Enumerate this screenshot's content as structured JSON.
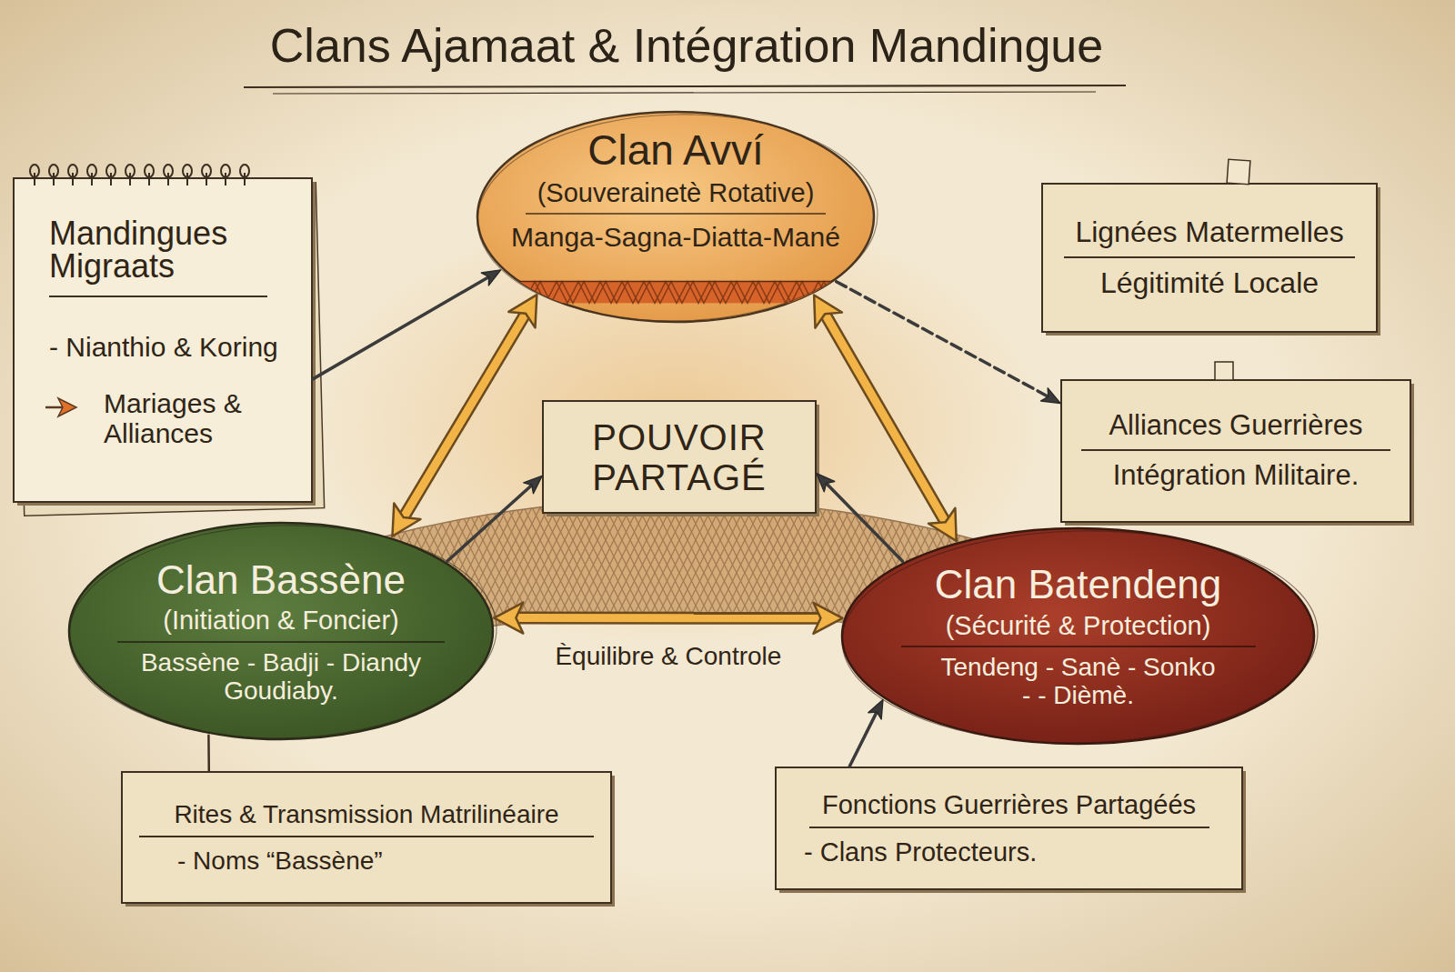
{
  "diagram": {
    "title": "Clans Ajamaat & Intégration Mandingue",
    "nodes": [
      {
        "text": [
          "Clan Avví",
          "(Souverainetè Rotative)",
          "Manga-Sagna-Diatta-Mané"
        ]
      },
      {
        "text": [
          "Mandingues Migraats",
          "- Nianthio & Koring",
          "Mariages & Alliances"
        ]
      },
      {
        "text": [
          "Lignées Matermelles",
          "Légitimité Locale"
        ]
      },
      {
        "text": [
          "POUVOIR PARTAGÉ"
        ]
      },
      {
        "text": [
          "Alliances Guerrières",
          "Intégration Militaire."
        ]
      },
      {
        "text": [
          "Clan Bassène",
          "(Initiation & Foncier)",
          "Bassène - Badji - Diandy Goudiaby."
        ]
      },
      {
        "text": [
          "Clan Batendeng",
          "(Sécurité & Protection)",
          "Tendeng - Sanè - Sonko - - Dièmè."
        ]
      },
      {
        "text": [
          "Rites & Transmission Matrilinéaire",
          "- Noms “Bassène”"
        ]
      },
      {
        "text": [
          "Fonctions Guerrières Partagéés",
          "- Clans Protecteurs."
        ]
      }
    ],
    "edges": [
      {
        "from": 1,
        "to": 0,
        "arrow": "to"
      },
      {
        "from": 0,
        "to": 5,
        "arrow": "both"
      },
      {
        "from": 0,
        "to": 6,
        "arrow": "both"
      },
      {
        "from": 5,
        "to": 6,
        "arrow": "both",
        "label": "Èquilibre & Controle"
      },
      {
        "from": 0,
        "to": 4,
        "arrow": "to"
      },
      {
        "from": 5,
        "to": 3,
        "arrow": "to"
      },
      {
        "from": 6,
        "to": 3,
        "arrow": "to"
      },
      {
        "from": 8,
        "to": 6,
        "arrow": "to"
      },
      {
        "from": 5,
        "to": 7,
        "arrow": "none"
      }
    ]
  }
}
